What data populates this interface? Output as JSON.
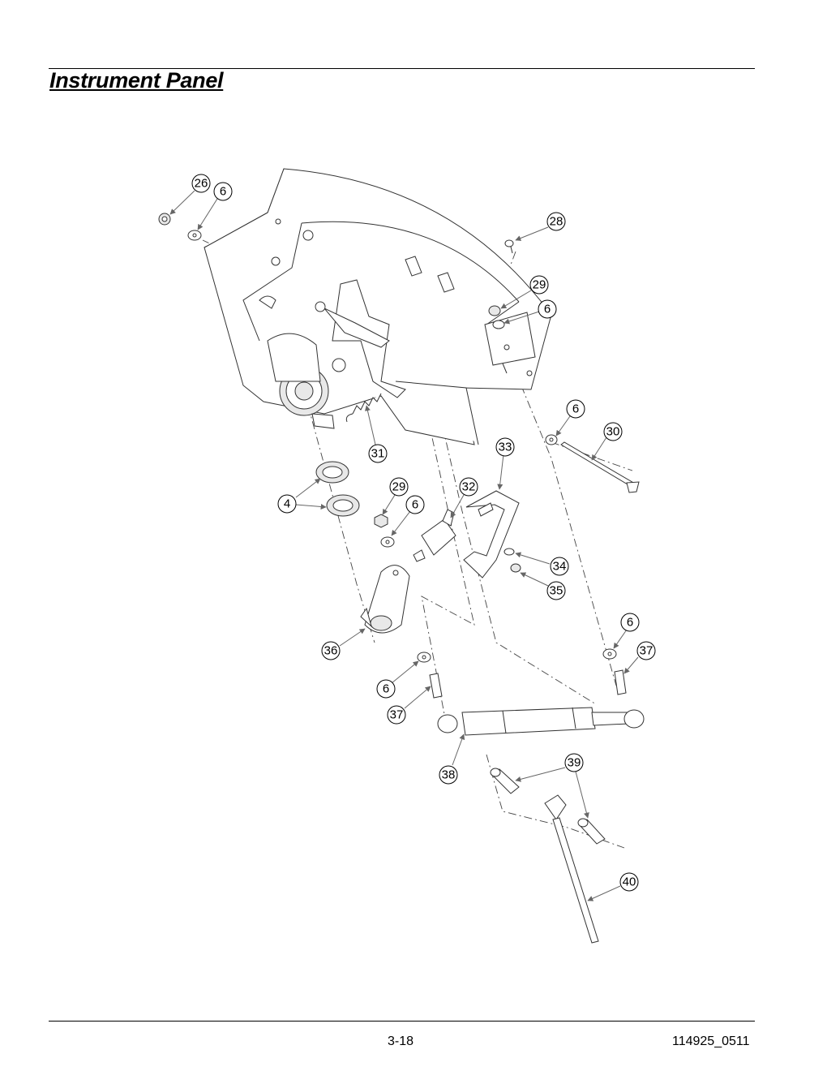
{
  "header": {
    "title": "Instrument Panel"
  },
  "footer": {
    "page_number": "3-18",
    "document_id": "114925_0511"
  },
  "callouts": [
    {
      "id": "c26",
      "label": "26"
    },
    {
      "id": "c6a",
      "label": "6"
    },
    {
      "id": "c28",
      "label": "28"
    },
    {
      "id": "c29a",
      "label": "29"
    },
    {
      "id": "c6b",
      "label": "6"
    },
    {
      "id": "c6c",
      "label": "6"
    },
    {
      "id": "c30",
      "label": "30"
    },
    {
      "id": "c31",
      "label": "31"
    },
    {
      "id": "c33",
      "label": "33"
    },
    {
      "id": "c4",
      "label": "4"
    },
    {
      "id": "c29b",
      "label": "29"
    },
    {
      "id": "c32",
      "label": "32"
    },
    {
      "id": "c6d",
      "label": "6"
    },
    {
      "id": "c34",
      "label": "34"
    },
    {
      "id": "c35",
      "label": "35"
    },
    {
      "id": "c6e",
      "label": "6"
    },
    {
      "id": "c36",
      "label": "36"
    },
    {
      "id": "c37a",
      "label": "37"
    },
    {
      "id": "c6f",
      "label": "6"
    },
    {
      "id": "c37b",
      "label": "37"
    },
    {
      "id": "c38",
      "label": "38"
    },
    {
      "id": "c39",
      "label": "39"
    },
    {
      "id": "c40",
      "label": "40"
    }
  ]
}
